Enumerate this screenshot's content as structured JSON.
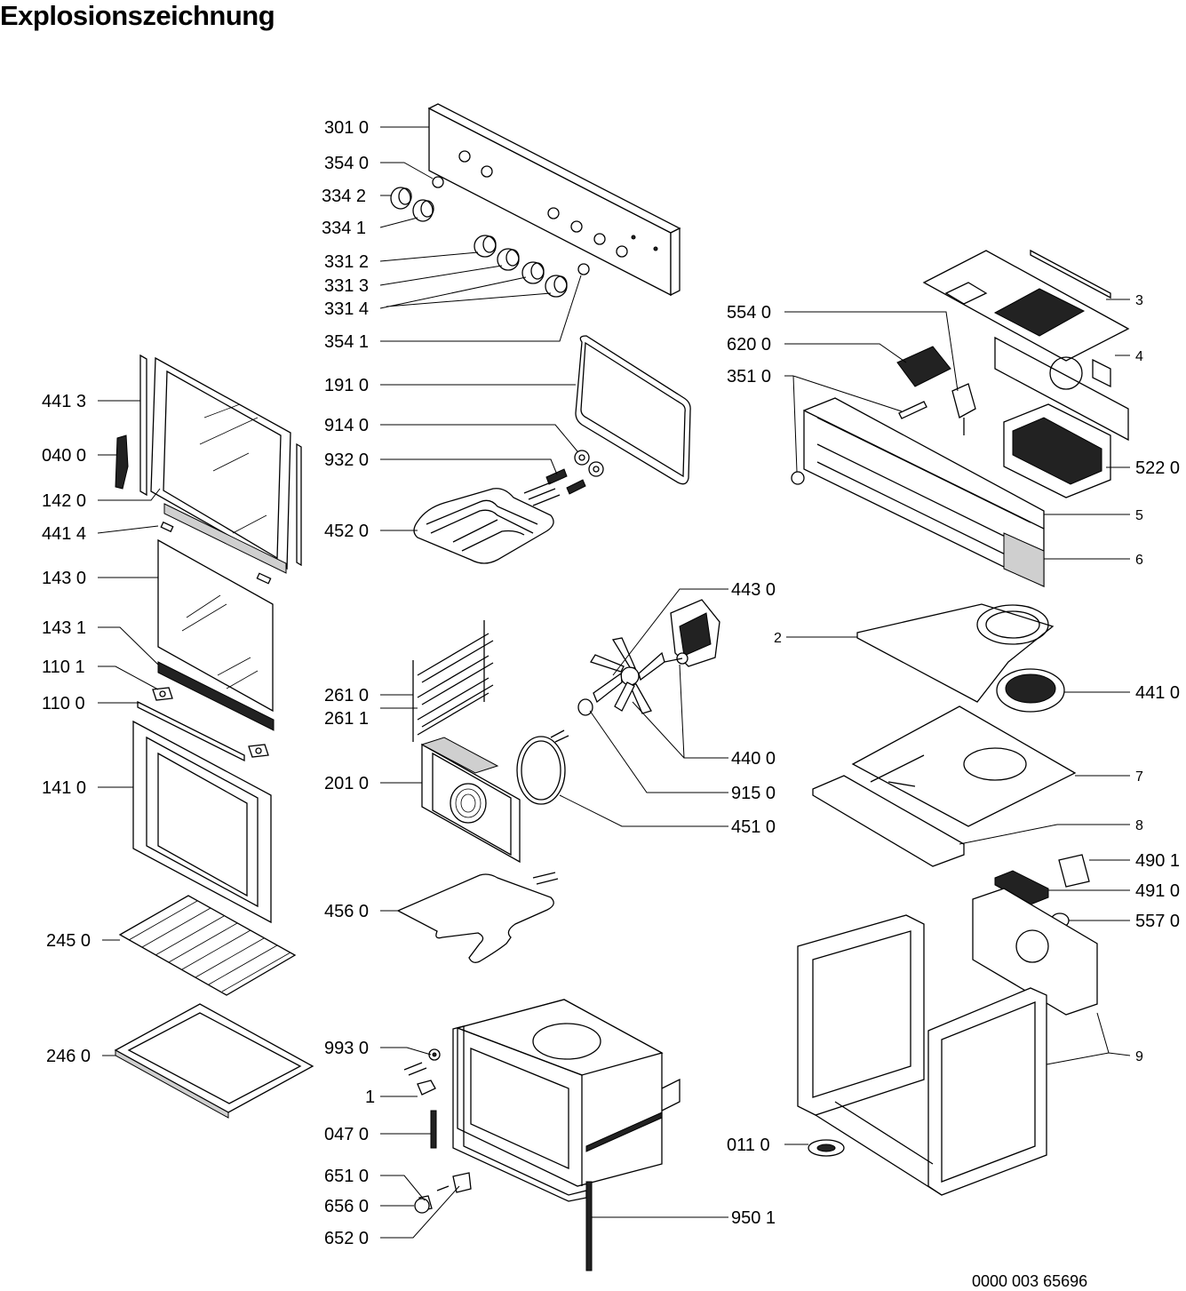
{
  "title": "Explosionszeichnung",
  "document_number": "0000 003 65696",
  "labels": [
    {
      "id": "l1",
      "text": "301 0"
    },
    {
      "id": "l2",
      "text": "354 0"
    },
    {
      "id": "l3",
      "text": "334 2"
    },
    {
      "id": "l4",
      "text": "334 1"
    },
    {
      "id": "l5",
      "text": "331 2"
    },
    {
      "id": "l6",
      "text": "331 3"
    },
    {
      "id": "l7",
      "text": "331 4"
    },
    {
      "id": "l8",
      "text": "354 1"
    },
    {
      "id": "l9",
      "text": "191 0"
    },
    {
      "id": "l10",
      "text": "914 0"
    },
    {
      "id": "l11",
      "text": "932 0"
    },
    {
      "id": "l12",
      "text": "452 0"
    },
    {
      "id": "l13",
      "text": "441 3"
    },
    {
      "id": "l14",
      "text": "040 0"
    },
    {
      "id": "l15",
      "text": "142 0"
    },
    {
      "id": "l16",
      "text": "441 4"
    },
    {
      "id": "l17",
      "text": "143 0"
    },
    {
      "id": "l18",
      "text": "143 1"
    },
    {
      "id": "l19",
      "text": "110 1"
    },
    {
      "id": "l20",
      "text": "110 0"
    },
    {
      "id": "l21",
      "text": "141 0"
    },
    {
      "id": "l22",
      "text": "245 0"
    },
    {
      "id": "l23",
      "text": "246 0"
    },
    {
      "id": "l24",
      "text": "261 0"
    },
    {
      "id": "l25",
      "text": "261 1"
    },
    {
      "id": "l26",
      "text": "201 0"
    },
    {
      "id": "l27",
      "text": "456 0"
    },
    {
      "id": "l28",
      "text": "993 0"
    },
    {
      "id": "l29",
      "text": "1"
    },
    {
      "id": "l30",
      "text": "047 0"
    },
    {
      "id": "l31",
      "text": "651 0"
    },
    {
      "id": "l32",
      "text": "656 0"
    },
    {
      "id": "l33",
      "text": "652 0"
    },
    {
      "id": "l34",
      "text": "554 0"
    },
    {
      "id": "l35",
      "text": "620 0"
    },
    {
      "id": "l36",
      "text": "351 0"
    },
    {
      "id": "l37",
      "text": "3"
    },
    {
      "id": "l38",
      "text": "4"
    },
    {
      "id": "l39",
      "text": "522 0"
    },
    {
      "id": "l40",
      "text": "5"
    },
    {
      "id": "l41",
      "text": "6"
    },
    {
      "id": "l42",
      "text": "443 0"
    },
    {
      "id": "l43",
      "text": "2"
    },
    {
      "id": "l44",
      "text": "441 0"
    },
    {
      "id": "l45",
      "text": "440 0"
    },
    {
      "id": "l46",
      "text": "915 0"
    },
    {
      "id": "l47",
      "text": "451 0"
    },
    {
      "id": "l48",
      "text": "7"
    },
    {
      "id": "l49",
      "text": "8"
    },
    {
      "id": "l50",
      "text": "490 1"
    },
    {
      "id": "l51",
      "text": "491 0"
    },
    {
      "id": "l52",
      "text": "557 0"
    },
    {
      "id": "l53",
      "text": "9"
    },
    {
      "id": "l54",
      "text": "011 0"
    },
    {
      "id": "l55",
      "text": "950 1"
    }
  ]
}
